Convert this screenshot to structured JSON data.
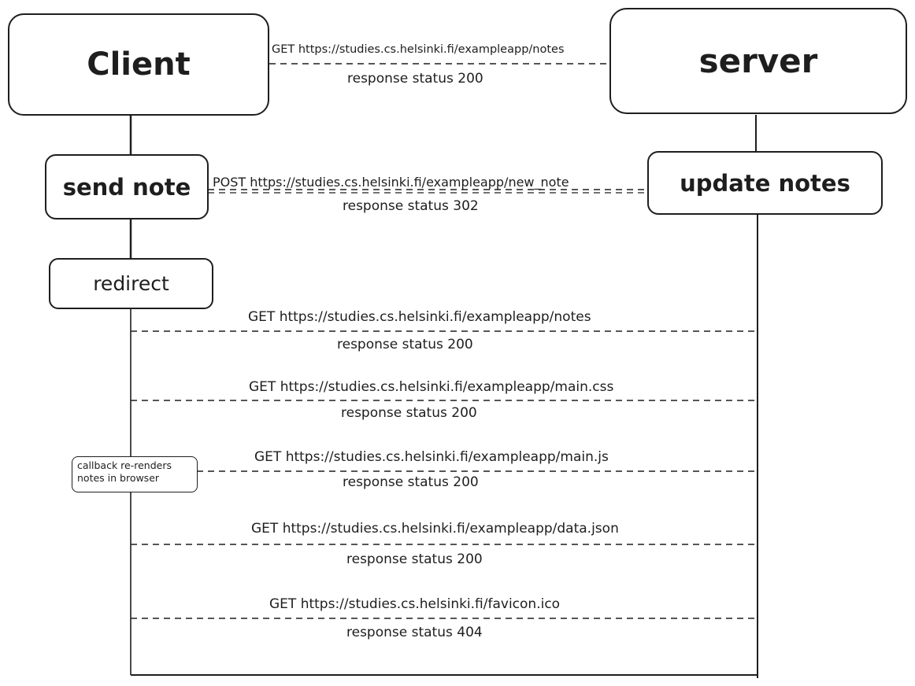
{
  "actors": {
    "client": "Client",
    "server": "server"
  },
  "steps": {
    "send_note": "send note",
    "update_notes": "update notes",
    "redirect": "redirect"
  },
  "note": {
    "line1": "callback re-renders",
    "line2": "notes in browser"
  },
  "messages": [
    {
      "request": "GET https://studies.cs.helsinki.fi/exampleapp/notes",
      "response": "response status 200"
    },
    {
      "request": "POST https://studies.cs.helsinki.fi/exampleapp/new_note",
      "response": "response status 302"
    },
    {
      "request": "GET https://studies.cs.helsinki.fi/exampleapp/notes",
      "response": "response status 200"
    },
    {
      "request": "GET https://studies.cs.helsinki.fi/exampleapp/main.css",
      "response": "response status 200"
    },
    {
      "request": "GET https://studies.cs.helsinki.fi/exampleapp/main.js",
      "response": "response status 200"
    },
    {
      "request": "GET https://studies.cs.helsinki.fi/exampleapp/data.json",
      "response": "response status 200"
    },
    {
      "request": "GET https://studies.cs.helsinki.fi/favicon.ico",
      "response": "response status 404"
    }
  ],
  "colors": {
    "stroke": "#1e1e1e",
    "background": "#ffffff"
  }
}
